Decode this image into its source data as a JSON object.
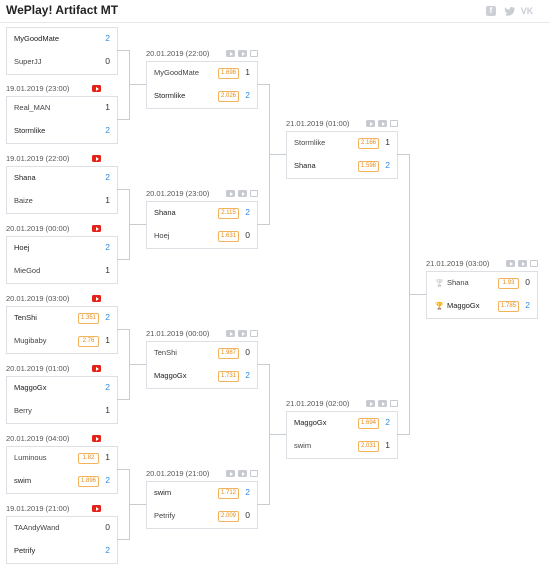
{
  "header": {
    "title": "WePlay! Artifact MT",
    "social": [
      "facebook-icon",
      "twitter-icon",
      "vk-icon"
    ]
  },
  "colors": {
    "winner_score": "#2e8ce0",
    "odds": "#e68a14",
    "youtube": "#e62117",
    "connector": "#c9ccd1"
  },
  "matches": [
    {
      "id": "r1m1",
      "date": "",
      "stream": "none",
      "p1": {
        "name": "MyGoodMate",
        "odds": "",
        "score": "2"
      },
      "p2": {
        "name": "SuperJJ",
        "odds": "",
        "score": "0"
      },
      "winner": 1
    },
    {
      "id": "r1m2",
      "date": "19.01.2019 (23:00)",
      "stream": "youtube",
      "p1": {
        "name": "Real_MAN",
        "odds": "",
        "score": "1"
      },
      "p2": {
        "name": "Stormlike",
        "odds": "",
        "score": "2"
      },
      "winner": 2
    },
    {
      "id": "r1m3",
      "date": "19.01.2019 (22:00)",
      "stream": "youtube",
      "p1": {
        "name": "Shana",
        "odds": "",
        "score": "2"
      },
      "p2": {
        "name": "Baize",
        "odds": "",
        "score": "1"
      },
      "winner": 1
    },
    {
      "id": "r1m4",
      "date": "20.01.2019 (00:00)",
      "stream": "youtube",
      "p1": {
        "name": "Hoej",
        "odds": "",
        "score": "2"
      },
      "p2": {
        "name": "MieGod",
        "odds": "",
        "score": "1"
      },
      "winner": 1
    },
    {
      "id": "r1m5",
      "date": "20.01.2019 (03:00)",
      "stream": "youtube",
      "p1": {
        "name": "TenShi",
        "odds": "1.351",
        "score": "2"
      },
      "p2": {
        "name": "Mugibaby",
        "odds": "2.76",
        "score": "1"
      },
      "winner": 1
    },
    {
      "id": "r1m6",
      "date": "20.01.2019 (01:00)",
      "stream": "youtube",
      "p1": {
        "name": "MaggoGx",
        "odds": "",
        "score": "2"
      },
      "p2": {
        "name": "Berry",
        "odds": "",
        "score": "1"
      },
      "winner": 1
    },
    {
      "id": "r1m7",
      "date": "20.01.2019 (04:00)",
      "stream": "youtube",
      "p1": {
        "name": "Luminous",
        "odds": "1.82",
        "score": "1"
      },
      "p2": {
        "name": "swim",
        "odds": "1.896",
        "score": "2"
      },
      "winner": 2
    },
    {
      "id": "r1m8",
      "date": "19.01.2019 (21:00)",
      "stream": "youtube",
      "p1": {
        "name": "TAAndyWand",
        "odds": "",
        "score": "0"
      },
      "p2": {
        "name": "Petrify",
        "odds": "",
        "score": "2"
      },
      "winner": 2
    },
    {
      "id": "r2m1",
      "date": "20.01.2019 (22:00)",
      "stream": "grey",
      "p1": {
        "name": "MyGoodMate",
        "odds": "1.698",
        "score": "1"
      },
      "p2": {
        "name": "Stormlike",
        "odds": "2.026",
        "score": "2"
      },
      "winner": 2
    },
    {
      "id": "r2m2",
      "date": "20.01.2019 (23:00)",
      "stream": "grey",
      "p1": {
        "name": "Shana",
        "odds": "2.115",
        "score": "2"
      },
      "p2": {
        "name": "Hoej",
        "odds": "1.631",
        "score": "0"
      },
      "winner": 1
    },
    {
      "id": "r2m3",
      "date": "21.01.2019 (00:00)",
      "stream": "grey",
      "p1": {
        "name": "TenShi",
        "odds": "1.987",
        "score": "0"
      },
      "p2": {
        "name": "MaggoGx",
        "odds": "1.731",
        "score": "2"
      },
      "winner": 2
    },
    {
      "id": "r2m4",
      "date": "20.01.2019 (21:00)",
      "stream": "grey",
      "p1": {
        "name": "swim",
        "odds": "1.712",
        "score": "2"
      },
      "p2": {
        "name": "Petrify",
        "odds": "2.009",
        "score": "0"
      },
      "winner": 1
    },
    {
      "id": "r3m1",
      "date": "21.01.2019 (01:00)",
      "stream": "grey",
      "p1": {
        "name": "Stormlike",
        "odds": "2.166",
        "score": "1"
      },
      "p2": {
        "name": "Shana",
        "odds": "1.598",
        "score": "2"
      },
      "winner": 2
    },
    {
      "id": "r3m2",
      "date": "21.01.2019 (02:00)",
      "stream": "grey",
      "p1": {
        "name": "MaggoGx",
        "odds": "1.694",
        "score": "2"
      },
      "p2": {
        "name": "swim",
        "odds": "2.031",
        "score": "1"
      },
      "winner": 1
    },
    {
      "id": "final",
      "date": "21.01.2019 (03:00)",
      "stream": "grey",
      "p1": {
        "name": "Shana",
        "odds": "1.93",
        "score": "0",
        "trophy": "silver"
      },
      "p2": {
        "name": "MaggoGx",
        "odds": "1.785",
        "score": "2",
        "trophy": "gold"
      },
      "winner": 2
    }
  ]
}
